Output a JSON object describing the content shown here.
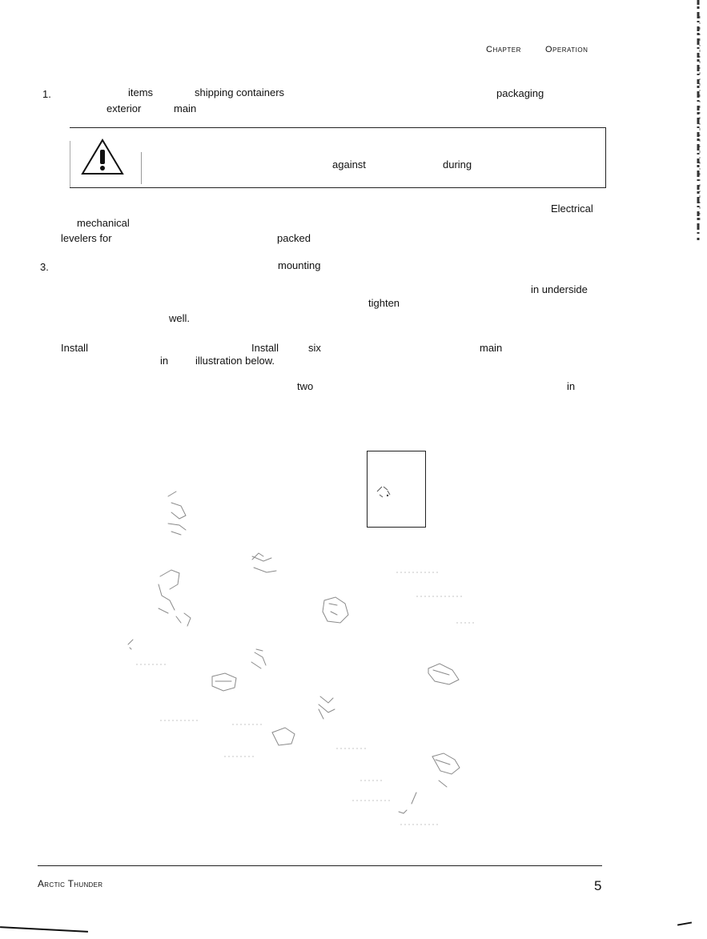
{
  "header": {
    "chapter": "Chapter",
    "title": "Operation"
  },
  "step1": {
    "number": "1.",
    "line1": [
      "items",
      "shipping containers",
      "packaging"
    ],
    "line2": [
      "exterior",
      "main"
    ]
  },
  "warning": {
    "words": [
      "against",
      "during"
    ]
  },
  "step2": {
    "line1": [
      "Electrical"
    ],
    "line2": [
      "mechanical"
    ],
    "line3": [
      "levelers for",
      "packed"
    ]
  },
  "step3": {
    "number": "3.",
    "line1": [
      "mounting"
    ],
    "line2": [
      "in underside"
    ],
    "line3": [
      "tighten"
    ],
    "line4": [
      "well."
    ]
  },
  "step4": {
    "line1": [
      "Install",
      "Install",
      "six",
      "main"
    ],
    "line2": [
      "in",
      "illustration below."
    ],
    "line3": [
      "two",
      "in"
    ]
  },
  "footer": {
    "manual_title": "Arctic Thunder",
    "page_number": "5"
  },
  "colors": {
    "ink": "#111111",
    "paper": "#ffffff",
    "faint": "#9a9a9a"
  }
}
